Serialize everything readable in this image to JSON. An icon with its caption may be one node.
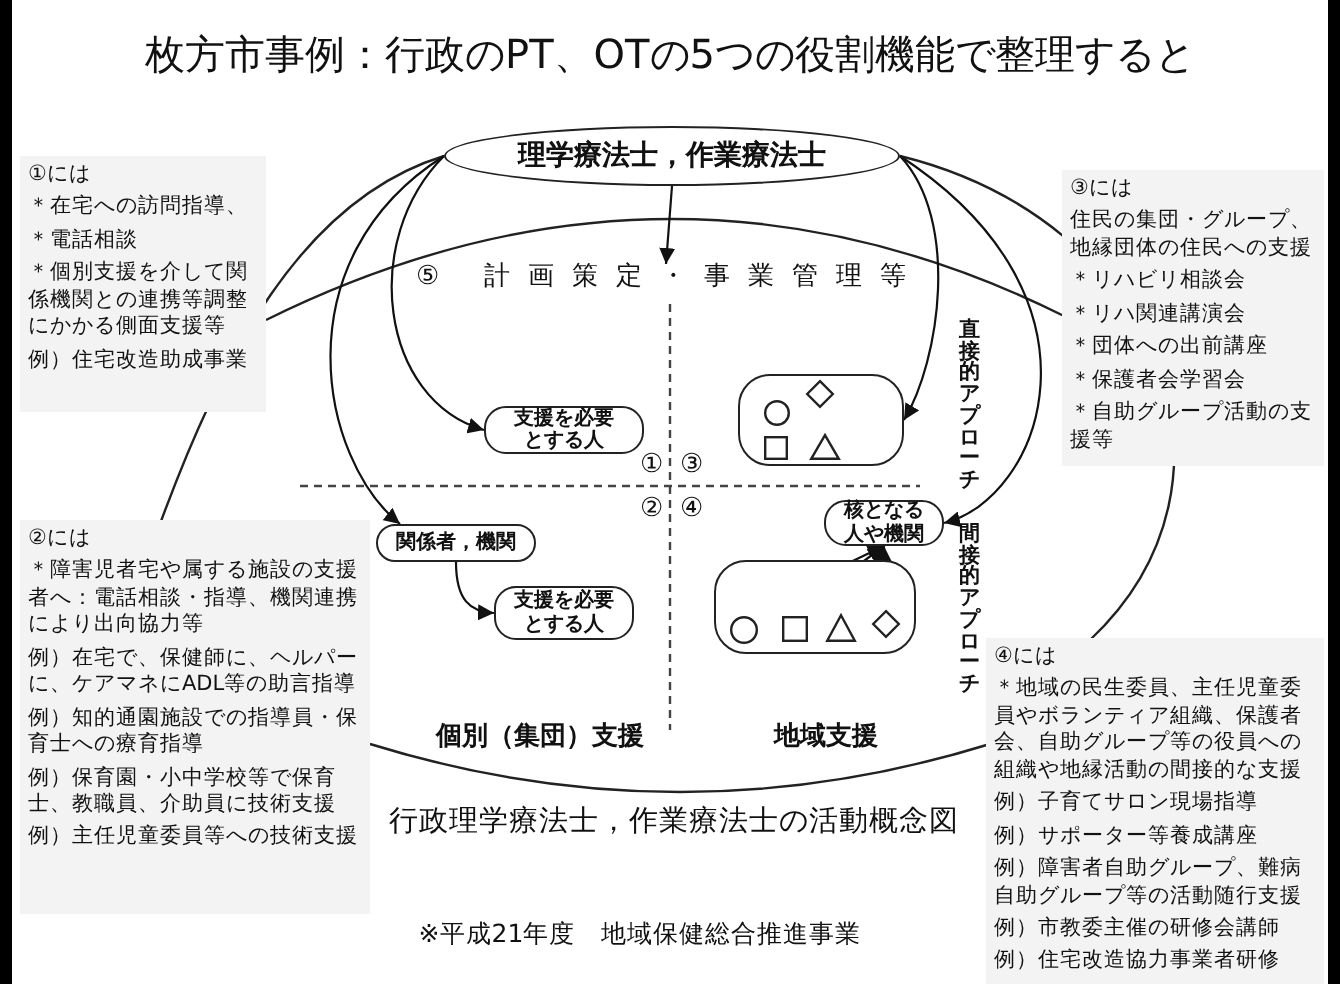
{
  "diagram": {
    "title": "枚方市事例：行政のPT、OTの5つの役割機能で整理すると",
    "nodes": [
      {
        "text": [
          "理学療法士，作業療法士"
        ]
      },
      {
        "text": [
          "①には",
          "＊在宅への訪問指導、",
          "＊電話相談",
          "＊個別支援を介して関係機関との連携等調整にかかる側面支援等",
          "例）住宅改造助成事業"
        ]
      },
      {
        "text": [
          "③には",
          "住民の集団・グループ、地縁団体の住民への支援",
          "＊リハビリ相談会",
          "＊リハ関連講演会",
          "＊団体への出前講座",
          "＊保護者会学習会",
          "＊自助グループ活動の支援等"
        ]
      },
      {
        "text": [
          "支援を必要とする人"
        ]
      },
      {
        "text": [],
        "shape": "box"
      },
      {
        "text": [],
        "shape": "circle",
        "in": 4
      },
      {
        "text": [],
        "shape": "diamond",
        "in": 4
      },
      {
        "text": [],
        "shape": "box",
        "in": 4
      },
      {
        "text": [],
        "shape": "triangle",
        "in": 4
      },
      {
        "text": [
          "関係者，機関"
        ]
      },
      {
        "text": [
          "核となる人や機関"
        ]
      },
      {
        "text": [
          "支援を必要とする人"
        ]
      },
      {
        "text": [],
        "shape": "box"
      },
      {
        "text": [],
        "shape": "circle",
        "in": 12
      },
      {
        "text": [],
        "shape": "box",
        "in": 12
      },
      {
        "text": [],
        "shape": "triangle",
        "in": 12
      },
      {
        "text": [],
        "shape": "diamond",
        "in": 12
      },
      {
        "text": [
          "②には",
          "＊障害児者宅や属する施設の支援者へ：電話相談・指導、機関連携により出向協力等",
          "例）在宅で、保健師に、ヘルパーに、ケアマネにADL等の助言指導",
          "例）知的通園施設での指導員・保育士への療育指導",
          "例）保育園・小中学校等で保育士、教職員、介助員に技術支援",
          "例）主任児童委員等への技術支援"
        ]
      },
      {
        "text": [
          "④には",
          "＊地域の民生委員、主任児童委員やボランティア組織、保護者会、自助グループ等の役員への組織や地縁活動の間接的な支援",
          "例）子育てサロン現場指導",
          "例）サポーター等養成講座",
          "例）障害者自助グループ、難病自助グループ等の活動随行支援",
          "例）市教委主催の研修会講師",
          "例）住宅改造協力事業者研修"
        ]
      },
      {
        "text": [
          "⑤ 計画策定・事業管理等"
        ]
      }
    ],
    "edges": [
      {
        "from": 0,
        "to": 3,
        "arrow": "to"
      },
      {
        "from": 0,
        "to": 4,
        "arrow": "to"
      },
      {
        "from": 0,
        "to": 9,
        "arrow": "to"
      },
      {
        "from": 0,
        "to": 10,
        "arrow": "to"
      },
      {
        "from": 0,
        "to": 19,
        "arrow": "to"
      },
      {
        "from": 9,
        "to": 11,
        "arrow": "to"
      },
      {
        "from": 10,
        "to": 13,
        "arrow": "both"
      },
      {
        "from": 10,
        "to": 14,
        "arrow": "both"
      },
      {
        "from": 10,
        "to": 15,
        "arrow": "both"
      },
      {
        "from": 10,
        "to": 16,
        "arrow": "both"
      }
    ],
    "labels": [
      "①",
      "③",
      "②",
      "④",
      "直接的アプローチ",
      "間接的アプローチ",
      "個別（集団）支援",
      "地域支援",
      "行政理学療法士，作業療法士の活動概念図",
      "※平成21年度　地域保健総合推進事業"
    ]
  }
}
